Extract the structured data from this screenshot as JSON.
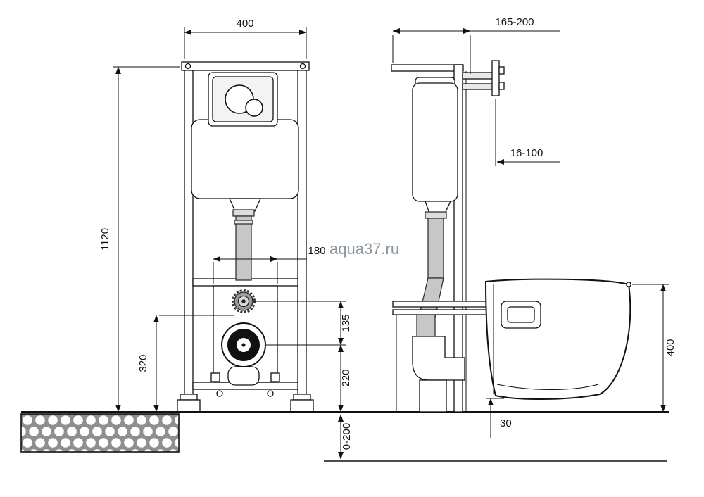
{
  "watermark": "aqua37.ru",
  "front_view": {
    "frame_width": "400",
    "frame_height": "1120",
    "inlet_spacing": "180",
    "inlet_to_outlet": "135",
    "outlet_height": "220",
    "supply_height": "320",
    "floor_adjust": "0-200"
  },
  "side_view": {
    "frame_depth": "165-200",
    "wall_gap": "16-100",
    "bowl_height": "400",
    "bowl_floor_gap": "30"
  }
}
